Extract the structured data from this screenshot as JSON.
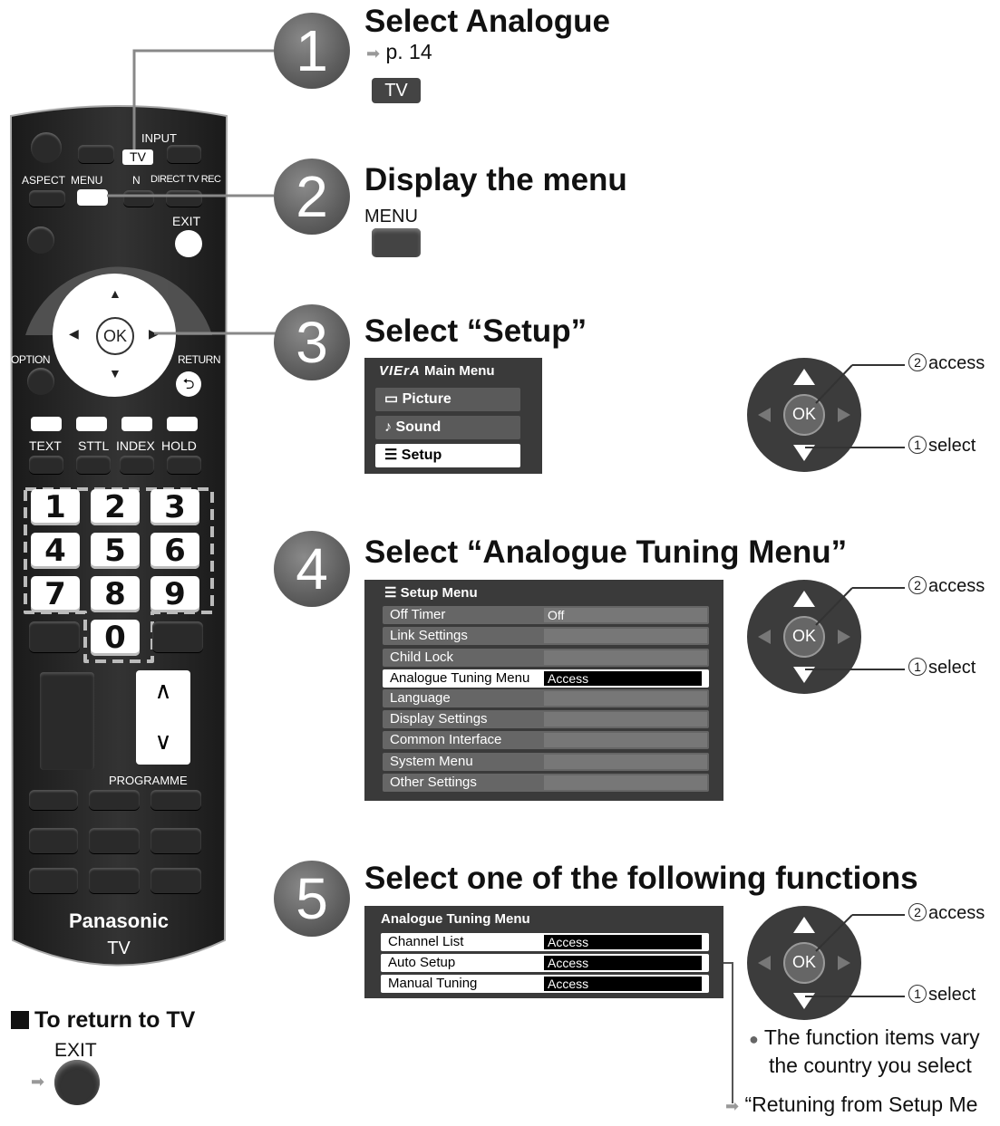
{
  "remote": {
    "input_label": "INPUT",
    "tv_label": "TV",
    "aspect_label": "ASPECT",
    "menu_label": "MENU",
    "n_label": "N",
    "direct_tv_rec_label": "DIRECT TV REC",
    "exit_label": "EXIT",
    "ok_label": "OK",
    "option_label": "OPTION",
    "return_label": "RETURN",
    "text_label": "TEXT",
    "sttl_label": "STTL",
    "index_label": "INDEX",
    "hold_label": "HOLD",
    "numbers": [
      "1",
      "2",
      "3",
      "4",
      "5",
      "6",
      "7",
      "8",
      "9",
      "0"
    ],
    "ch_up": "∧",
    "ch_down": "∨",
    "programme_label": "PROGRAMME",
    "brand": "Panasonic",
    "model": "TV"
  },
  "return_to_tv": {
    "title": "To return to TV",
    "button_label": "EXIT"
  },
  "steps": [
    {
      "number": "1",
      "title": "Select Analogue",
      "ref": "p. 14",
      "button_label": "TV"
    },
    {
      "number": "2",
      "title": "Display the menu",
      "button_label": "MENU"
    },
    {
      "number": "3",
      "title": "Select “Setup”"
    },
    {
      "number": "4",
      "title": "Select “Analogue Tuning Menu”"
    },
    {
      "number": "5",
      "title": "Select one of the following functions"
    }
  ],
  "main_menu": {
    "brand": "VIErA",
    "title": "Main Menu",
    "items": [
      "Picture",
      "Sound",
      "Setup"
    ]
  },
  "setup_menu": {
    "title": "Setup Menu",
    "rows": [
      {
        "label": "Off Timer",
        "value": "Off"
      },
      {
        "label": "Link Settings",
        "value": ""
      },
      {
        "label": "Child Lock",
        "value": ""
      },
      {
        "label": "Analogue Tuning Menu",
        "value": "Access"
      },
      {
        "label": "Language",
        "value": ""
      },
      {
        "label": "Display Settings",
        "value": ""
      },
      {
        "label": "Common Interface",
        "value": ""
      },
      {
        "label": "System Menu",
        "value": ""
      },
      {
        "label": "Other Settings",
        "value": ""
      }
    ]
  },
  "tuning_menu": {
    "title": "Analogue Tuning Menu",
    "rows": [
      {
        "label": "Channel List",
        "value": "Access"
      },
      {
        "label": "Auto Setup",
        "value": "Access"
      },
      {
        "label": "Manual Tuning",
        "value": "Access"
      }
    ]
  },
  "okpad": {
    "ok": "OK",
    "access_num": "2",
    "access": "access",
    "select_num": "1",
    "select": "select"
  },
  "notes": {
    "line1": "The function items vary",
    "line2": "the country you select",
    "retuning": "“Retuning from Setup Me"
  }
}
